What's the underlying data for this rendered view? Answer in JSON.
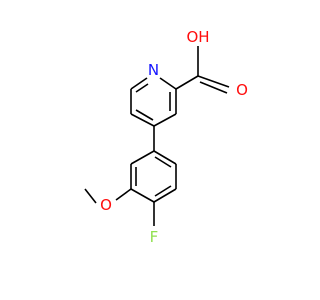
{
  "molecule": {
    "labels": {
      "nitrogen": "N",
      "hydroxyl": "OH",
      "carbonyl_oxygen": "O",
      "methoxy_oxygen": "O",
      "fluorine": "F"
    },
    "colors": {
      "bond": "#000000",
      "nitrogen": "#1414ff",
      "oxygen": "#ff0d0d",
      "fluorine": "#90e050"
    }
  }
}
